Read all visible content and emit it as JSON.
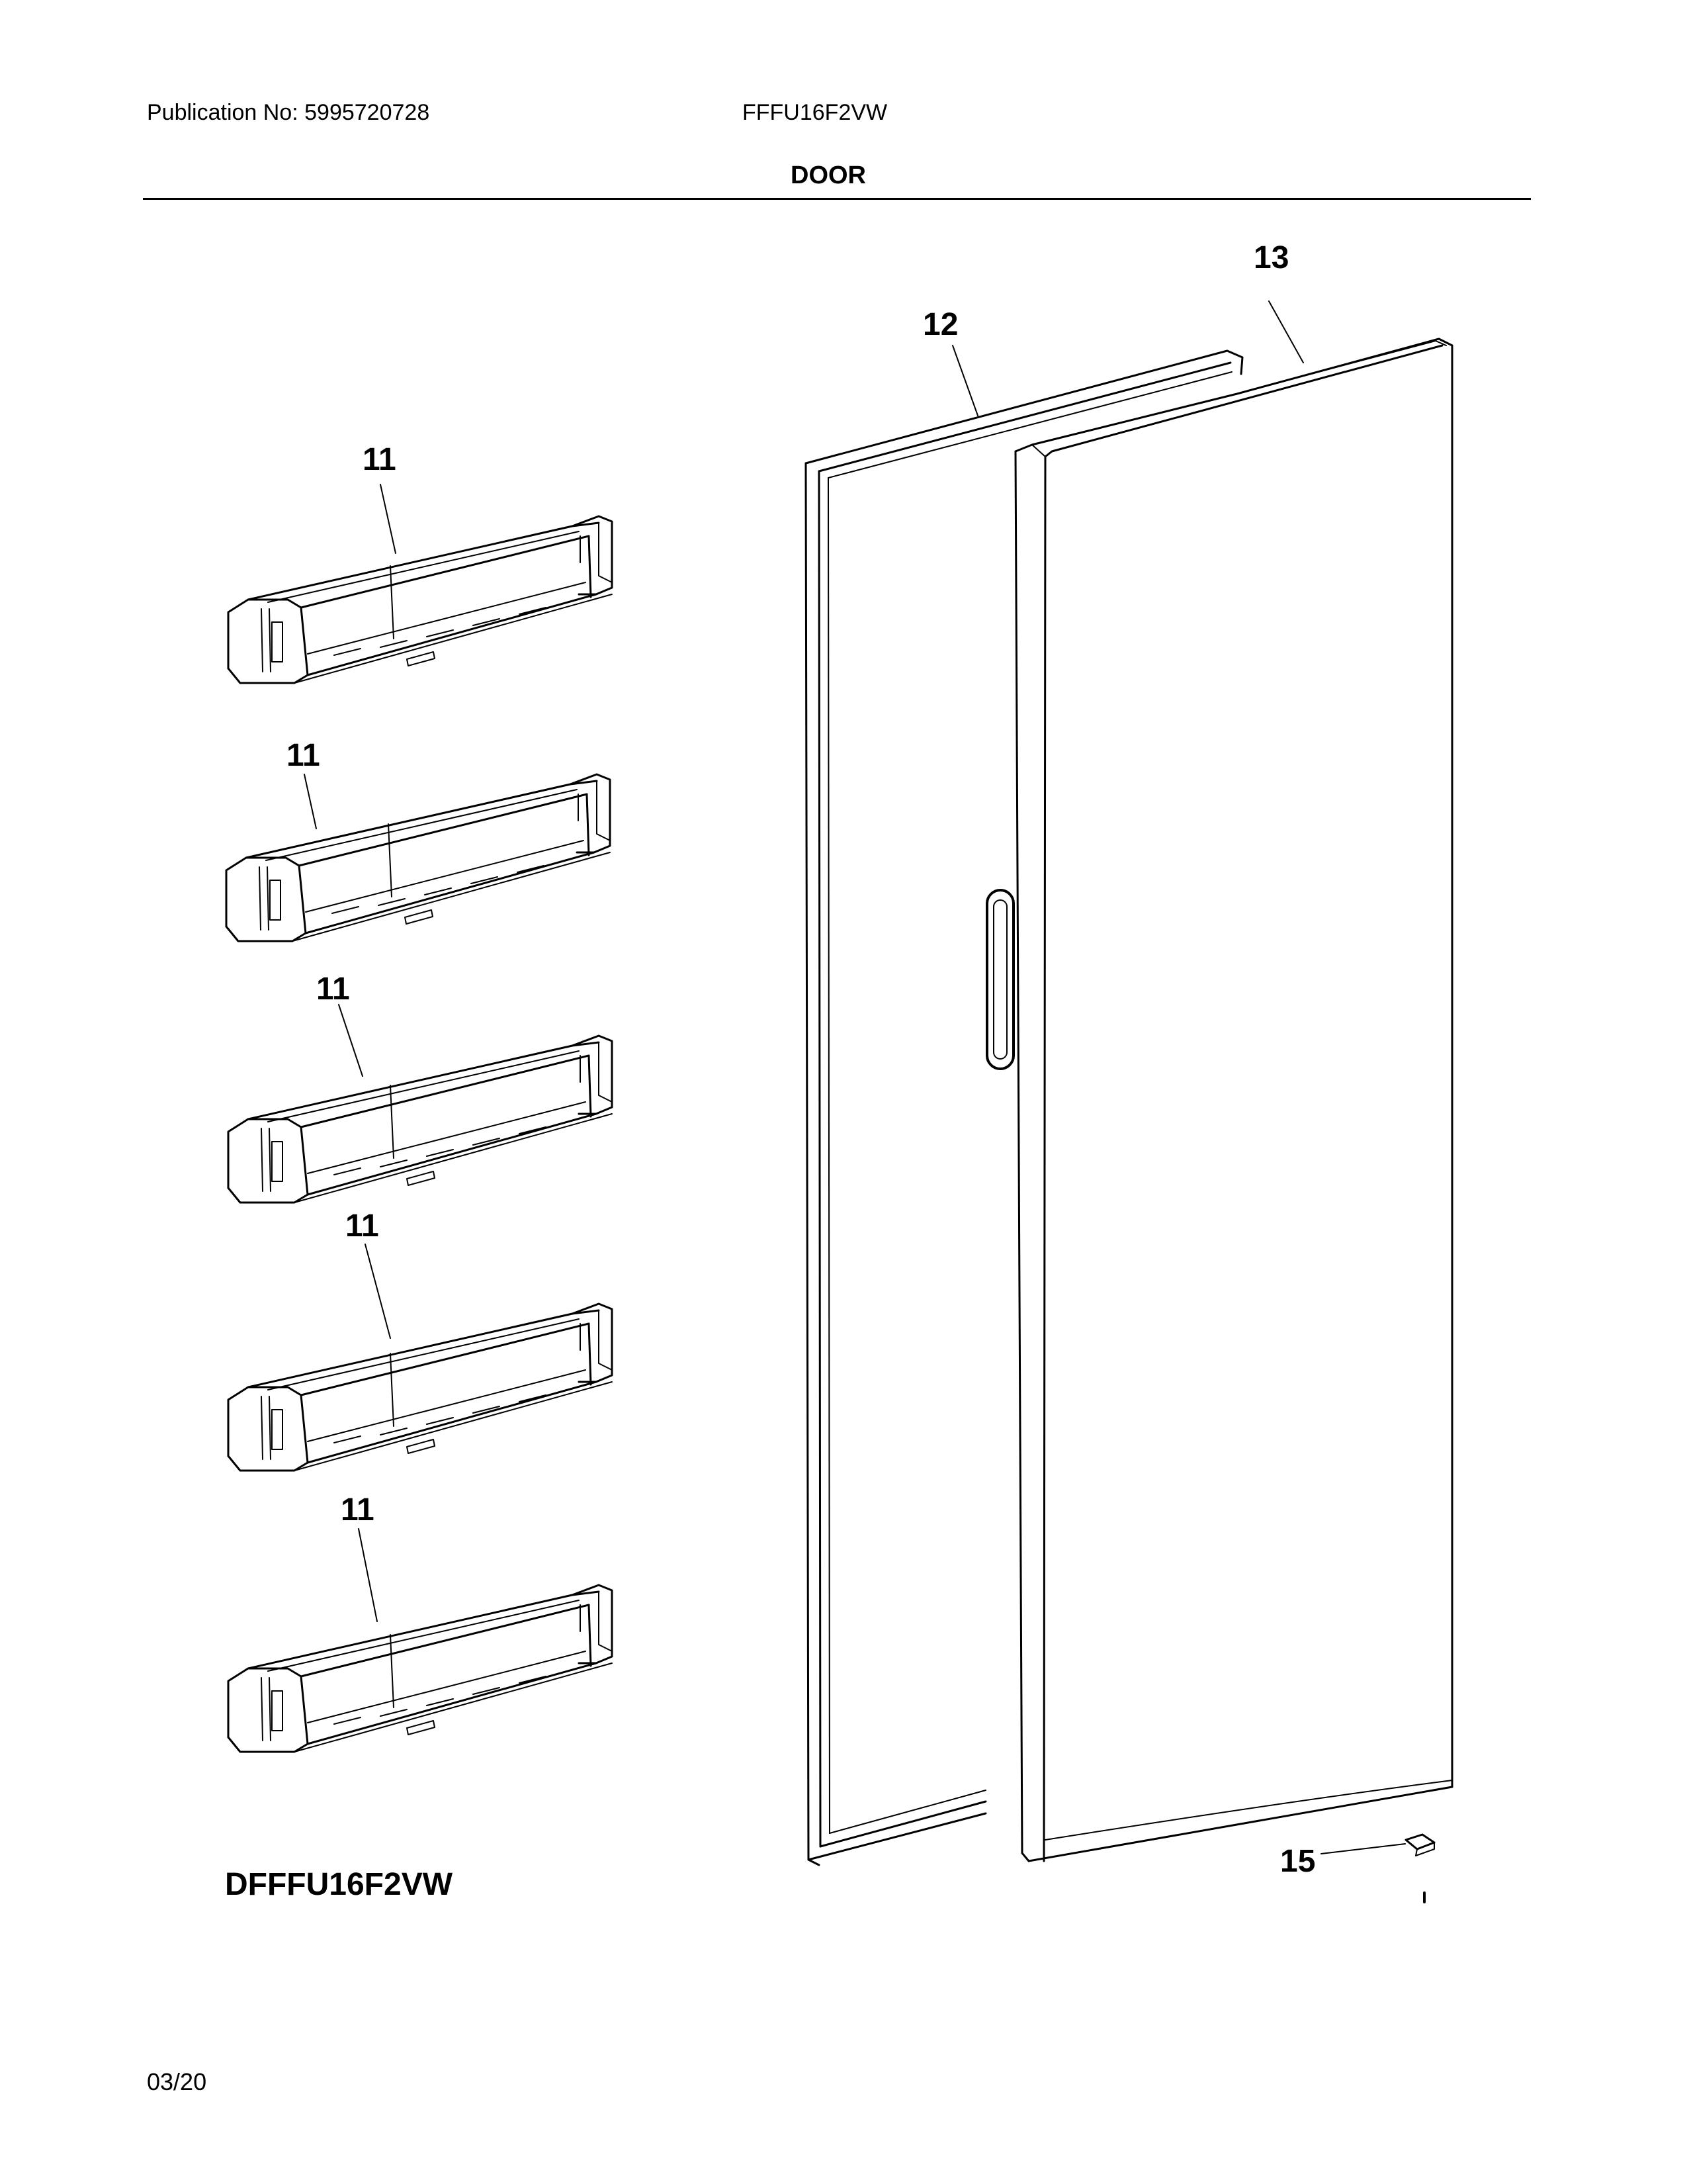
{
  "header": {
    "publication": "Publication No: 5995720728",
    "model": "FFFU16F2VW",
    "section": "DOOR"
  },
  "callouts": {
    "gasket": "12",
    "door": "13",
    "shelf_1": "11",
    "shelf_2": "11",
    "shelf_3": "11",
    "shelf_4": "11",
    "shelf_5": "11",
    "hinge_part": "15"
  },
  "diagram_code": "DFFFU16F2VW",
  "page_date": "03/20"
}
